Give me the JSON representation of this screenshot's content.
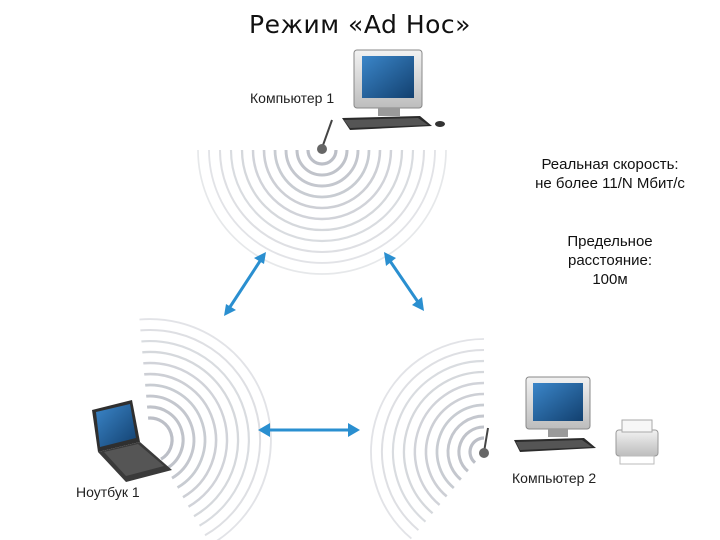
{
  "title": "Режим «Ad Hoc»",
  "nodes": {
    "computer1": {
      "label": "Компьютер 1"
    },
    "computer2": {
      "label": "Компьютер 2"
    },
    "laptop1": {
      "label": "Ноутбук 1"
    }
  },
  "notes": {
    "speed_line1": "Реальная скорость:",
    "speed_line2": "не более 11/N Мбит/с",
    "distance_line1": "Предельное",
    "distance_line2": "расстояние:",
    "distance_line3": "100м"
  },
  "colors": {
    "arrow": "#2a8fd0",
    "wave": "#b8bcc4",
    "screen": "#1f5f9e",
    "device_body": "#dcdcdc",
    "laptop_body": "#3a3a3a"
  }
}
